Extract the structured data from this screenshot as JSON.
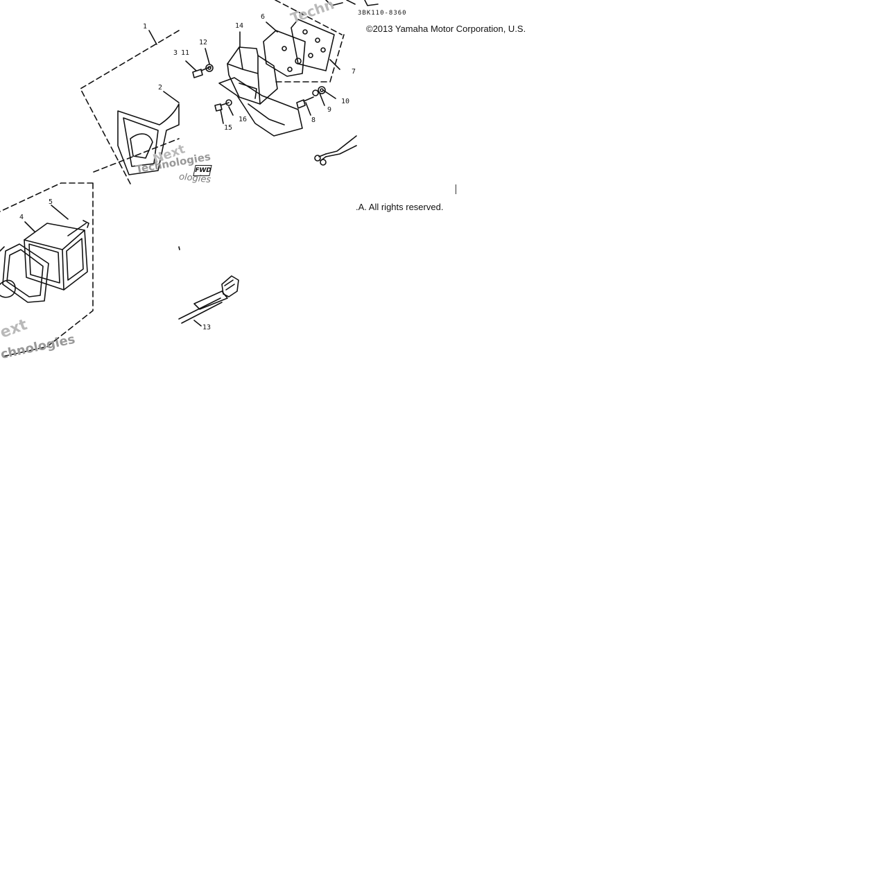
{
  "header": {
    "part_code": "3BK110-8360",
    "copyright": "©2013 Yamaha Motor Corporation, U.S.",
    "rights": ".A. All rights reserved."
  },
  "callouts": [
    "1",
    "2",
    "3",
    "11",
    "12",
    "14",
    "6",
    "7",
    "10",
    "9",
    "8",
    "16",
    "15",
    "5",
    "4",
    "13"
  ],
  "watermark": {
    "lines": [
      "Techn",
      "Next",
      "Technologies",
      "ext",
      "chnologies",
      "ologies"
    ]
  },
  "stamp": {
    "label": "FWD"
  },
  "colors": {
    "line": "#111111",
    "watermark": "#b9b9b9"
  }
}
